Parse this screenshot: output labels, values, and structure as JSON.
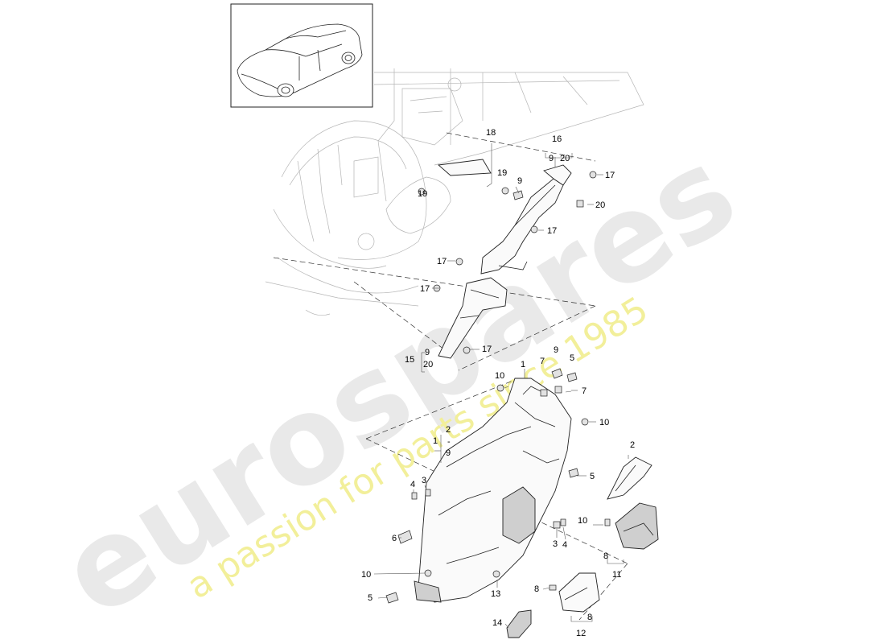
{
  "watermark": {
    "brand": "eurospares",
    "slogan": "a passion for parts since 1985"
  },
  "callouts": {
    "c1": "1",
    "c2_range_top": "2",
    "c2_range_dash": "-",
    "c2_range_bot": "9",
    "c2": "2",
    "c3a": "3",
    "c3b": "3",
    "c4a": "4",
    "c4b": "4",
    "c5a": "5",
    "c5b": "5",
    "c5c": "5",
    "c6": "6",
    "c7a": "7",
    "c7b": "7",
    "c8a": "8",
    "c8b": "8",
    "c8c": "8",
    "c9a": "9",
    "c9b": "9",
    "c10a": "10",
    "c10b": "10",
    "c10c": "10",
    "c10d": "10",
    "c11": "11",
    "c12": "12",
    "c13": "13",
    "c14": "14",
    "c15": "15",
    "c15_a": "9",
    "c15_b": "20",
    "c16": "16",
    "c16_a": "9",
    "c16_b": "20",
    "c17a": "17",
    "c17b": "17",
    "c17c": "17",
    "c17d": "17",
    "c17e": "17",
    "c18": "18",
    "c19a": "19",
    "c19b": "19",
    "c20": "20",
    "c9c": "9"
  }
}
